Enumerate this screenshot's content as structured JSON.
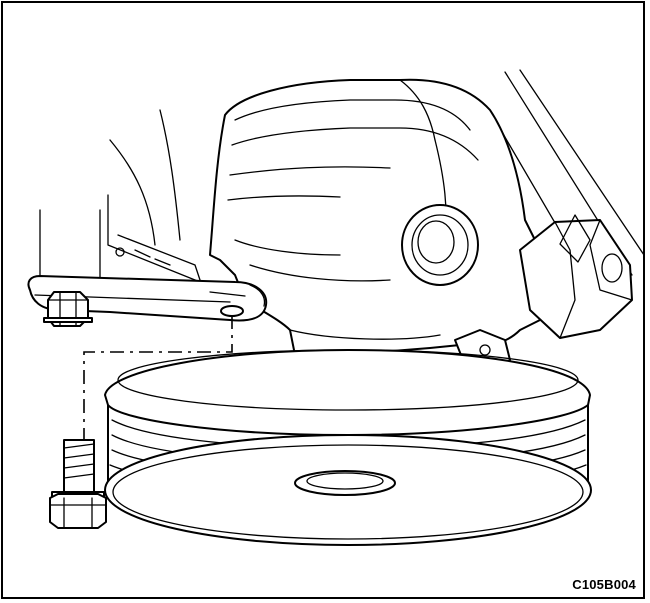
{
  "figure": {
    "id_label": "C105B004"
  },
  "parts": [
    {
      "name": "power-steering-pump"
    },
    {
      "name": "pump-pulley"
    },
    {
      "name": "mounting-bracket"
    },
    {
      "name": "bracket-bolt"
    },
    {
      "name": "removed-bolt"
    }
  ]
}
